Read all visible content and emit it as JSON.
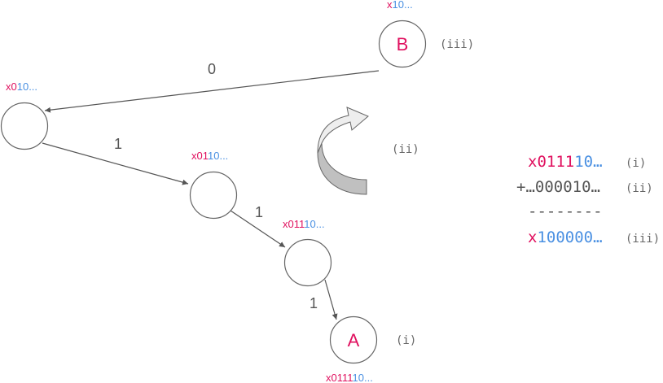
{
  "colors": {
    "highlight": "#e0115f",
    "tail": "#4a90e2",
    "text": "#555555",
    "node_stroke": "#666666",
    "arrow_fill": "#eeeeee",
    "arrow_side": "#c0c0c0"
  },
  "nodes": [
    {
      "id": "B",
      "label": "B",
      "prefix": {
        "magenta": "x",
        "blue": "10..."
      },
      "tag": "(iii)"
    },
    {
      "id": "n1",
      "label": "",
      "prefix": {
        "magenta": "x0",
        "blue": "10..."
      },
      "tag": ""
    },
    {
      "id": "n2",
      "label": "",
      "prefix": {
        "magenta": "x01",
        "blue": "10..."
      },
      "tag": ""
    },
    {
      "id": "n3",
      "label": "",
      "prefix": {
        "magenta": "x011",
        "blue": "10..."
      },
      "tag": ""
    },
    {
      "id": "A",
      "label": "A",
      "prefix": {
        "magenta": "x0111",
        "blue": "10..."
      },
      "tag": "(i)"
    }
  ],
  "edges": [
    {
      "from": "B",
      "to": "n1",
      "label": "0"
    },
    {
      "from": "n1",
      "to": "n2",
      "label": "1"
    },
    {
      "from": "n2",
      "to": "n3",
      "label": "1"
    },
    {
      "from": "n3",
      "to": "A",
      "label": "1"
    }
  ],
  "curved_arrow": {
    "icon": "curved-arrow-icon",
    "tag": "(ii)"
  },
  "addition": {
    "row1": {
      "magenta": "x0111",
      "blue": "10…",
      "tag": "(i)"
    },
    "row2": {
      "text": "+…000010…",
      "tag": "(ii)"
    },
    "rule": "--------",
    "row3": {
      "magenta": "x",
      "blue": "100000…",
      "tag": "(iii)"
    }
  }
}
